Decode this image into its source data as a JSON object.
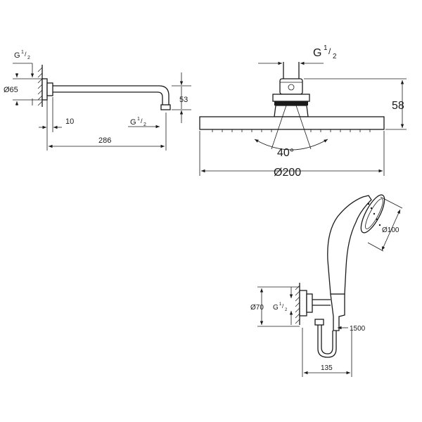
{
  "shower_arm": {
    "thread_label": "G",
    "thread_sup": "1",
    "thread_sub": "2",
    "diameter": "Ø65",
    "offset": "10",
    "length": "286",
    "drop": "53",
    "outlet_thread_label": "G",
    "outlet_thread_sup": "1",
    "outlet_thread_sub": "2"
  },
  "head_shower": {
    "thread_label": "G",
    "thread_sup": "1",
    "thread_sub": "2",
    "height": "58",
    "angle": "40°",
    "diameter": "Ø200"
  },
  "hand_shower": {
    "head_diameter": "Ø100",
    "elbow_diameter": "Ø70",
    "thread_label": "G",
    "thread_sup": "1",
    "thread_sub": "2",
    "hose_length": "1500",
    "depth": "135"
  }
}
